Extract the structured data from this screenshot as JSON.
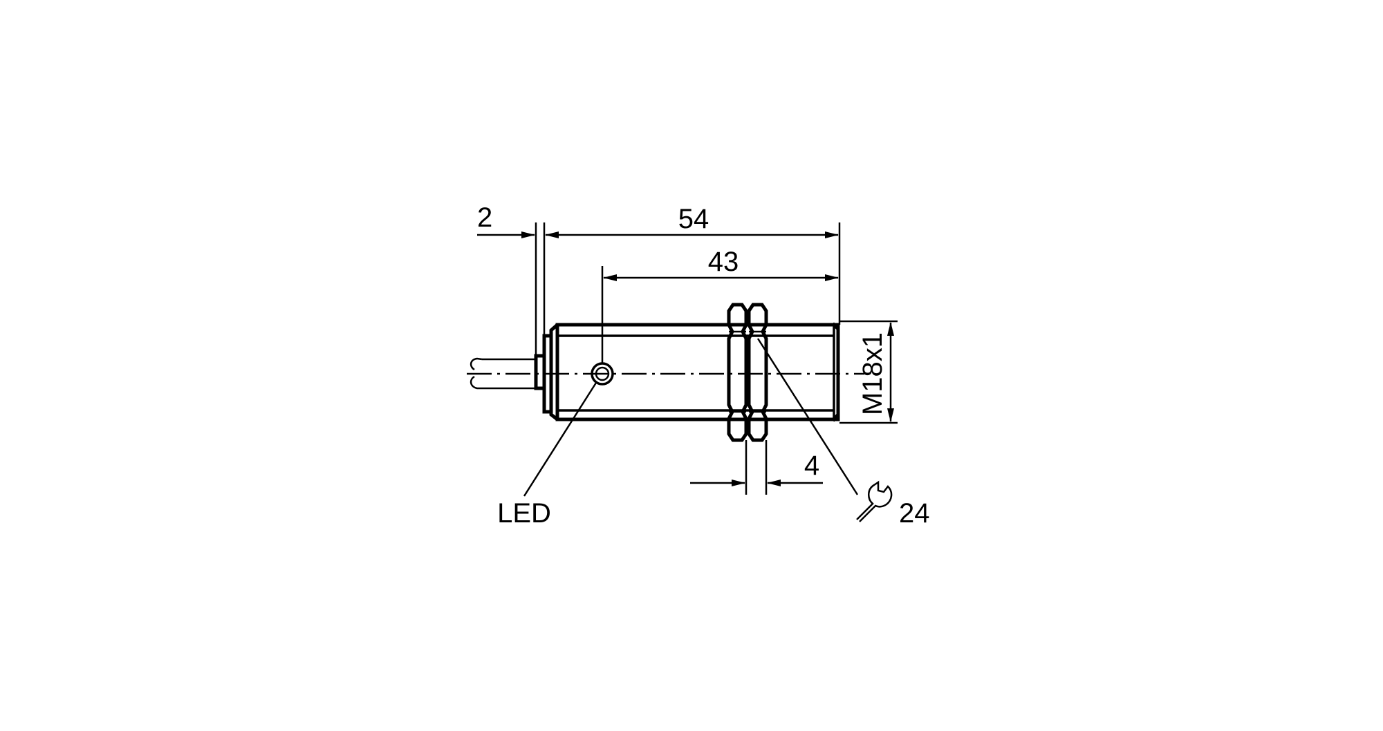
{
  "drawing": {
    "dimensions": {
      "flange_thickness": "2",
      "overall_length": "54",
      "led_to_face": "43",
      "thread": "M18x1",
      "nut_thickness": "4",
      "wrench_size": "24"
    },
    "labels": {
      "led": "LED"
    },
    "icons": [
      "wrench-icon"
    ]
  }
}
